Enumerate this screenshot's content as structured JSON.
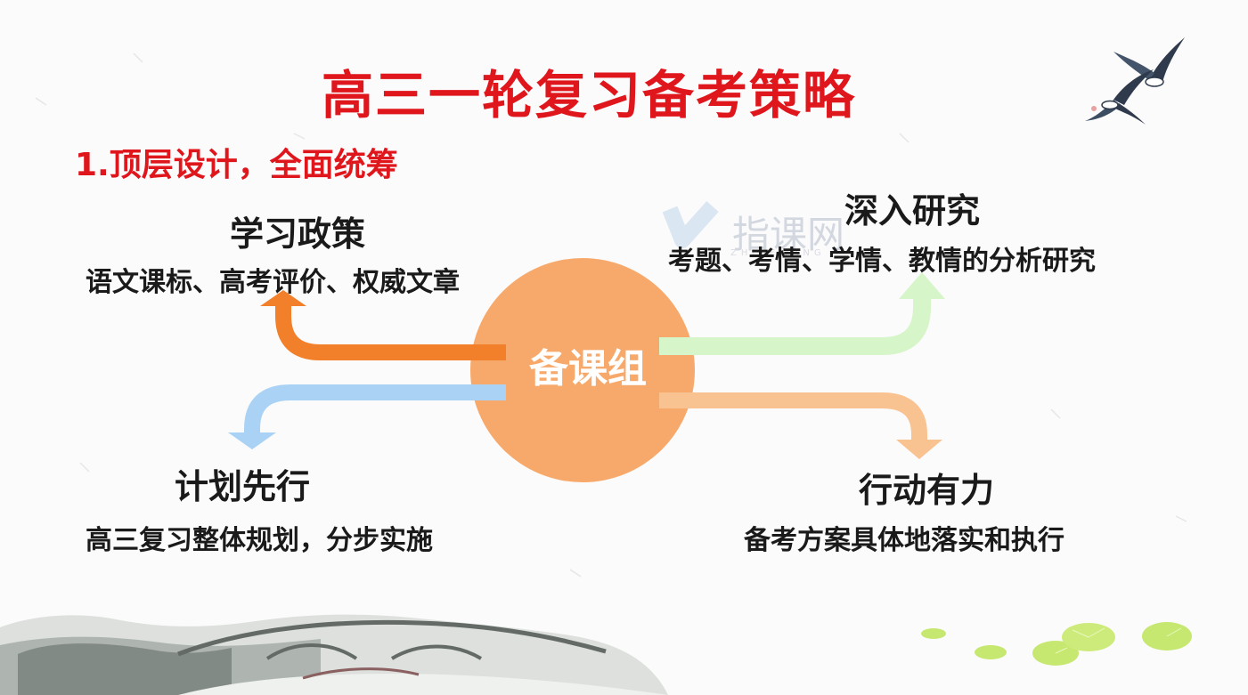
{
  "title": "高三一轮复习备考策略",
  "subtitle": "1.顶层设计，全面统筹",
  "center": {
    "label": "备课组"
  },
  "nodes": {
    "top_left": {
      "title": "学习政策",
      "desc": "语文课标、高考评价、权威文章"
    },
    "top_right": {
      "title": "深入研究",
      "desc": "考题、考情、学情、教情的分析研究"
    },
    "bottom_left": {
      "title": "计划先行",
      "desc": "高三复习整体规划，分步实施"
    },
    "bottom_right": {
      "title": "行动有力",
      "desc": "备考方案具体地落实和执行"
    }
  },
  "watermark": {
    "text": "指课网",
    "sub": "ZHIKEWANG"
  },
  "colors": {
    "title_red": "#e0161d",
    "center_circle": "#f7a96b",
    "arrow_top_left": "#f27f2a",
    "arrow_bottom_left": "#a9d2f5",
    "arrow_top_right": "#d6f5c8",
    "arrow_bottom_right": "#f9c291"
  }
}
